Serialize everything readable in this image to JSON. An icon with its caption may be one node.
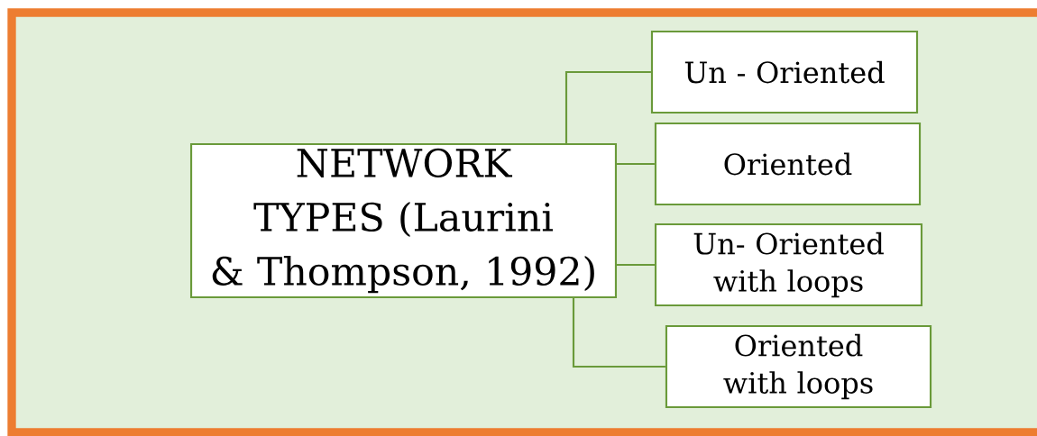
{
  "diagram": {
    "nodes": [
      {
        "text": [
          "NETWORK TYPES (Laurini & Thompson, 1992)"
        ]
      },
      {
        "text": [
          "Un - Oriented"
        ]
      },
      {
        "text": [
          "Oriented"
        ]
      },
      {
        "text": [
          "Un- Oriented with loops"
        ]
      },
      {
        "text": [
          "Oriented with loops"
        ]
      }
    ],
    "edges": [
      {
        "from": 0,
        "to": 1,
        "arrow": "none"
      },
      {
        "from": 0,
        "to": 2,
        "arrow": "none"
      },
      {
        "from": 0,
        "to": 3,
        "arrow": "none"
      },
      {
        "from": 0,
        "to": 4,
        "arrow": "none"
      }
    ]
  }
}
